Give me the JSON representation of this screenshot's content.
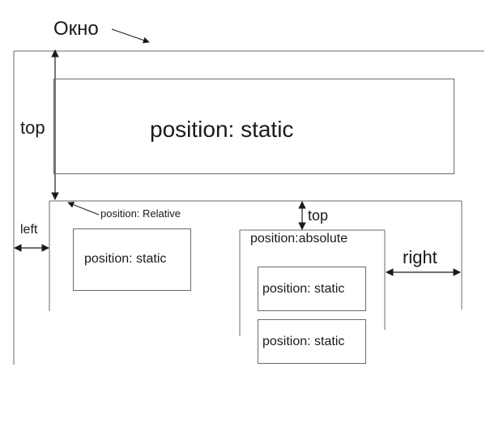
{
  "window_label": "Окно",
  "outer_static_label": "position: static",
  "top_label_left": "top",
  "relative_label": "position: Relative",
  "left_label": "left",
  "relative_child_label": "position: static",
  "top_label_absolute": "top",
  "absolute_label": "position:absolute",
  "right_label": "right",
  "absolute_child_1_label": "position: static",
  "absolute_child_2_label": "position: static",
  "colors": {
    "line": "#6b6b6b",
    "text": "#1a1a1a",
    "background": "#ffffff"
  }
}
